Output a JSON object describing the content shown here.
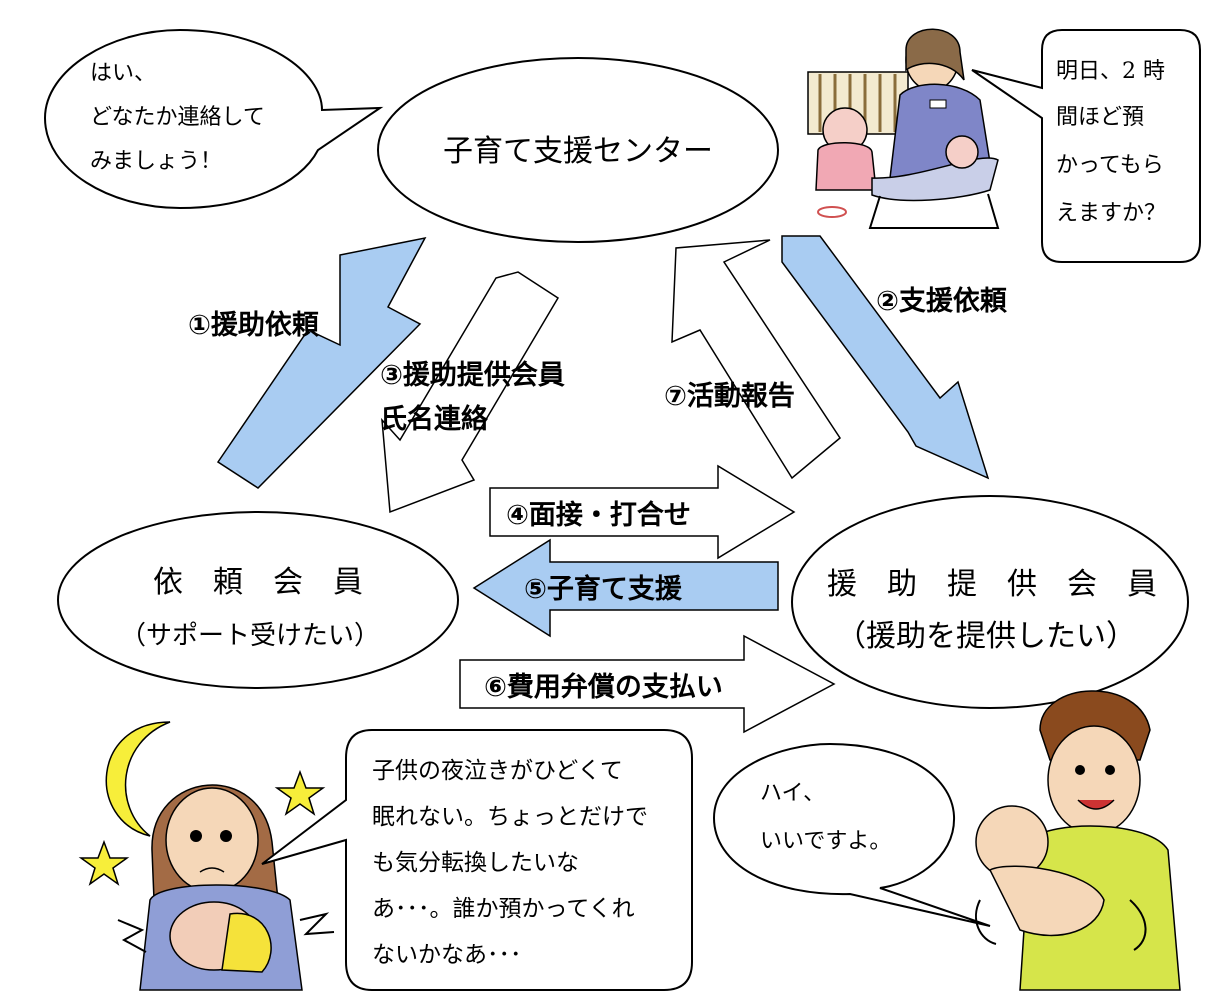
{
  "nodes": {
    "center": {
      "label": "子育て支援センター"
    },
    "requester": {
      "label": "依　頼　会　員",
      "sub": "（サポート受けたい）"
    },
    "provider": {
      "label": "援　助　提　供　会　員",
      "sub": "（援助を提供したい）"
    }
  },
  "steps": {
    "s1": "①援助依頼",
    "s2": "②支援依頼",
    "s3_line1": "③援助提供会員",
    "s3_line2": "氏名連絡",
    "s4": "④面接・打合せ",
    "s5": "⑤子育て支援",
    "s6": "⑥費用弁償の支払い",
    "s7": "⑦活動報告"
  },
  "bubbles": {
    "staff": [
      "はい、",
      "どなたか連絡して",
      "みましょう！"
    ],
    "parent_request": [
      "明日、2 時",
      "間ほど預",
      "かってもら",
      "えますか？"
    ],
    "mother": [
      "子供の夜泣きがひどくて",
      "眠れない。ちょっとだけで",
      "も気分転換したいな",
      "あ･･･。誰か預かってくれ",
      "ないかなあ･･･"
    ],
    "provider": [
      "ハイ、",
      "いいですよ。"
    ]
  },
  "colors": {
    "arrow_blue": "#a9ccf2",
    "outline": "#000000",
    "white": "#ffffff"
  },
  "icons": [
    "nursery-caregiver-illustration",
    "crescent-moon-icon",
    "star-icon",
    "crying-baby-mother-illustration",
    "father-holding-baby-illustration"
  ]
}
